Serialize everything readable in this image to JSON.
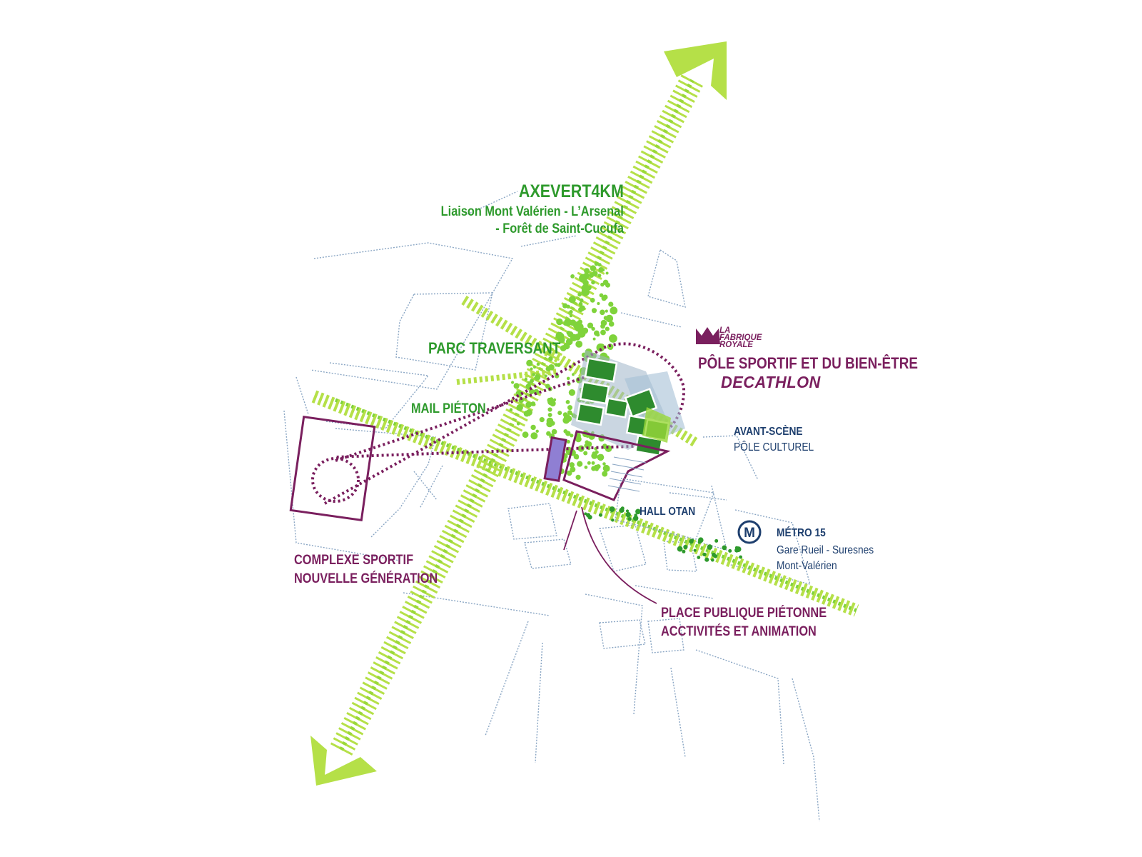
{
  "colors": {
    "axis_green": "#b5e048",
    "park_green": "#7fd33b",
    "dark_green": "#2e9a2c",
    "purple": "#7a1f5e",
    "navy": "#1e3f6e",
    "grid": "#8aa6c4"
  },
  "labels": {
    "axe_title": "AXEVERT4KM",
    "axe_line1": "Liaison Mont Valérien - L’Arsenal",
    "axe_line2": "- Forêt de Saint-Cucufa",
    "parc": "PARC TRAVERSANT",
    "mail": "MAIL PIÉTON",
    "pole_sportif": "PÔLE SPORTIF ET DU BIEN-ÊTRE",
    "decathlon": "DECATHLON",
    "fabrique_line1": "LA",
    "fabrique_line2": "FABRIQUE",
    "fabrique_line3": "ROYALE",
    "avant_scene": "AVANT-SCÈNE",
    "pole_culturel": "PÔLE CULTUREL",
    "hall_otan": "HALL OTAN",
    "metro_title": "MÉTRO 15",
    "metro_line1": "Gare Rueil - Suresnes",
    "metro_line2": "Mont-Valérien",
    "metro_icon_letter": "M",
    "complexe_line1": "COMPLEXE SPORTIF",
    "complexe_line2": "NOUVELLE GÉNÉRATION",
    "place_line1": "PLACE PUBLIQUE PIÉTONNE",
    "place_line2": "ACCTIVITÉS ET ANIMATION"
  },
  "icons": {
    "metro": "metro-m-icon",
    "fabrique_logo": "crown-logo",
    "arrows": "chevron-arrow-icon"
  }
}
